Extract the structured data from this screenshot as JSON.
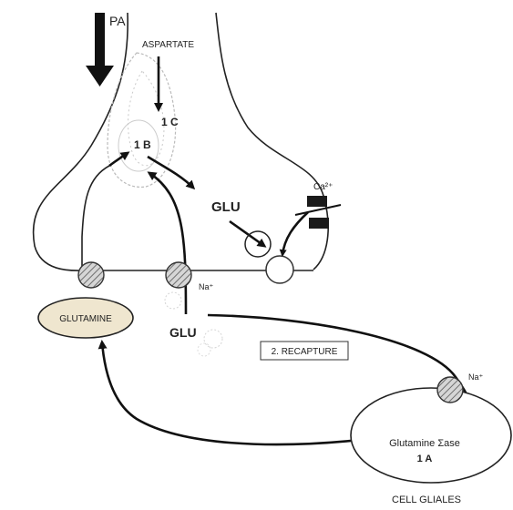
{
  "labels": {
    "pa": "PA",
    "aspartate": "ASPARTATE",
    "step_1c": "1 C",
    "step_1b": "1 B",
    "glu_top": "GLU",
    "calcium": "Ca²⁺",
    "sodium_top": "Na⁺",
    "glutamine": "GLUTAMINE",
    "glu_bottom": "GLU",
    "recapture": "2. RECAPTURE",
    "sodium_glial": "Na⁺",
    "glutamine_synthase": "Glutamine Σase",
    "step_1a": "1 A",
    "glial_cells": "CELL GLIALES"
  },
  "colors": {
    "glutamine_fill": "#efe6cf",
    "stroke": "#222222",
    "channel": "#1a1a1a"
  }
}
